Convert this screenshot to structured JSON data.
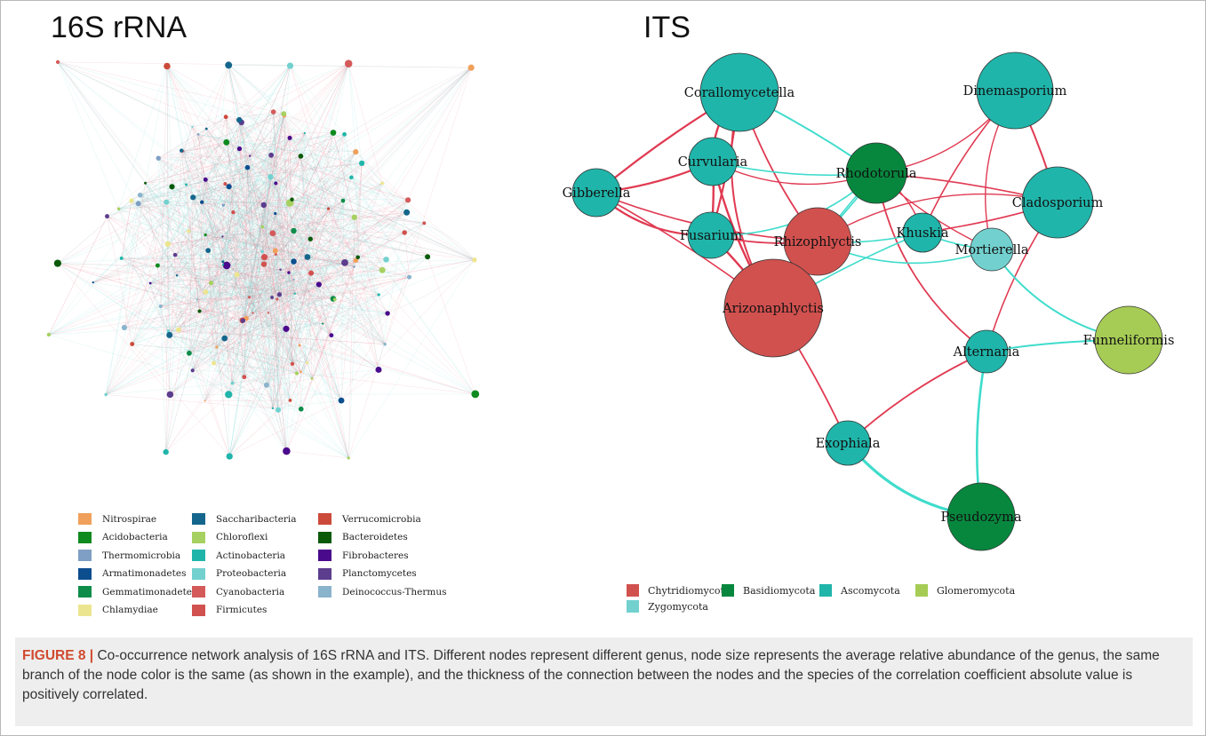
{
  "panels": {
    "left_title": "16S rRNA",
    "right_title": "ITS"
  },
  "legend_16s": [
    {
      "label": "Nitrospirae",
      "color": "#f0a05a"
    },
    {
      "label": "Acidobacteria",
      "color": "#0f8a1e"
    },
    {
      "label": "Thermomicrobia",
      "color": "#7f9fc4"
    },
    {
      "label": "Armatimonadetes",
      "color": "#0c4d8e"
    },
    {
      "label": "Gemmatimonadetes",
      "color": "#0e8d4a"
    },
    {
      "label": "Chlamydiae",
      "color": "#ece58f"
    },
    {
      "label": "Saccharibacteria",
      "color": "#15668c"
    },
    {
      "label": "Chloroflexi",
      "color": "#a6d160"
    },
    {
      "label": "Actinobacteria",
      "color": "#20b5aa"
    },
    {
      "label": "Proteobacteria",
      "color": "#72d1cf"
    },
    {
      "label": "Cyanobacteria",
      "color": "#d45a5a"
    },
    {
      "label": "Firmicutes",
      "color": "#d1514f"
    },
    {
      "label": "Verrucomicrobia",
      "color": "#cc4a3a"
    },
    {
      "label": "Bacteroidetes",
      "color": "#0a5a0a"
    },
    {
      "label": "Fibrobacteres",
      "color": "#4a0a8c"
    },
    {
      "label": "Planctomycetes",
      "color": "#5c3d8e"
    },
    {
      "label": "Deinococcus-Thermus",
      "color": "#8ab3cc"
    }
  ],
  "legend_its": [
    {
      "label": "Chytridiomycota",
      "color": "#d1514f"
    },
    {
      "label": "Basidiomycota",
      "color": "#07873e"
    },
    {
      "label": "Ascomycota",
      "color": "#20b5aa"
    },
    {
      "label": "Glomeromycota",
      "color": "#a6cc55"
    },
    {
      "label": "Zygomycota",
      "color": "#72d1cf"
    }
  ],
  "its_network": {
    "nodes": [
      {
        "id": "Corallomycetella",
        "label": "Corallomycetella",
        "phylum": "Ascomycota"
      },
      {
        "id": "Dinemasporium",
        "label": "Dinemasporium",
        "phylum": "Ascomycota"
      },
      {
        "id": "Curvularia",
        "label": "Curvularia",
        "phylum": "Ascomycota"
      },
      {
        "id": "Rhodotorula",
        "label": "Rhodotorula",
        "phylum": "Basidiomycota"
      },
      {
        "id": "Gibberella",
        "label": "Gibberella",
        "phylum": "Ascomycota"
      },
      {
        "id": "Cladosporium",
        "label": "Cladosporium",
        "phylum": "Ascomycota"
      },
      {
        "id": "Fusarium",
        "label": "Fusarium",
        "phylum": "Ascomycota"
      },
      {
        "id": "Rhizophlyctis",
        "label": "Rhizophlyctis",
        "phylum": "Chytridiomycota"
      },
      {
        "id": "Khuskia",
        "label": "Khuskia",
        "phylum": "Ascomycota"
      },
      {
        "id": "Mortierella",
        "label": "Mortierella",
        "phylum": "Zygomycota"
      },
      {
        "id": "Arizonaphlyctis",
        "label": "Arizonaphlyctis",
        "phylum": "Chytridiomycota"
      },
      {
        "id": "Alternaria",
        "label": "Alternaria",
        "phylum": "Ascomycota"
      },
      {
        "id": "Funneliformis",
        "label": "Funneliformis",
        "phylum": "Glomeromycota"
      },
      {
        "id": "Exophiala",
        "label": "Exophiala",
        "phylum": "Ascomycota"
      },
      {
        "id": "Pseudozyma",
        "label": "Pseudozyma",
        "phylum": "Basidiomycota"
      }
    ],
    "edge_colors": {
      "positive": "#e03a52",
      "negative": "#3fdccc"
    }
  },
  "caption": {
    "label": "FIGURE 8 |",
    "text": " Co-occurrence network analysis of 16S rRNA and ITS. Different nodes represent different genus, node size represents the average relative abundance of the genus, the same branch of the node color is the same (as shown in the example), and the thickness of the connection between the nodes and the species of the correlation coefficient absolute value is positively correlated."
  }
}
